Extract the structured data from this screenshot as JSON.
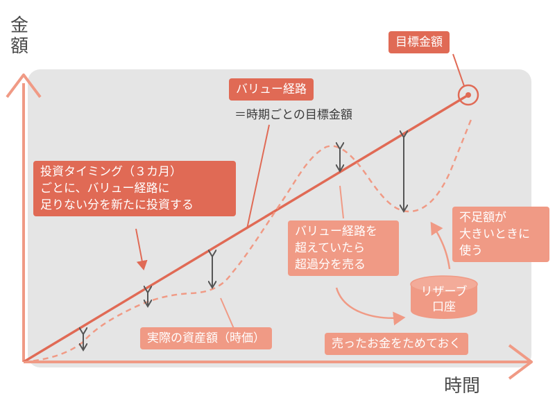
{
  "axes": {
    "y_label": "金額",
    "x_label": "時間"
  },
  "labels": {
    "goal_amount": "目標金額",
    "value_path_title": "バリュー経路",
    "value_path_def": "＝時期ごとの目標金額",
    "invest_note": "投資タイミング（３カ月）\nごとに、バリュー経路に\n足りない分を新たに投資する",
    "sell_note": "バリュー経路を\n超えていたら\n超過分を売る",
    "shortfall_note": "不足額が\n大きいときに\n使う",
    "reserve_account": "リザーブ\n口座",
    "actual_assets": "実際の資産額（時価）",
    "save_proceeds": "売ったお金をためておく"
  },
  "colors": {
    "accent_dark": "#e06a55",
    "accent_light": "#f09a85",
    "panel_bg": "#e5e5e5",
    "axis": "#f09a85",
    "gap_arrows": "#555555"
  }
}
